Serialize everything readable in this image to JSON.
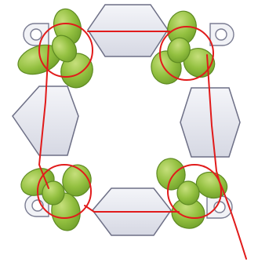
{
  "diagram": {
    "kind": "beadwork-thread-path",
    "bead_clusters": 4,
    "hexagon_beads": 4,
    "ring_beads": 4,
    "colors": {
      "leaf_fill": "#8ab83a",
      "leaf_stroke": "#5e8a22",
      "hex_fill": "#e7e8ef",
      "hex_stroke": "#6d6f86",
      "ring_fill": "#f1f2f6",
      "ring_stroke": "#7a7c92",
      "thread": "#e11b1b"
    }
  }
}
